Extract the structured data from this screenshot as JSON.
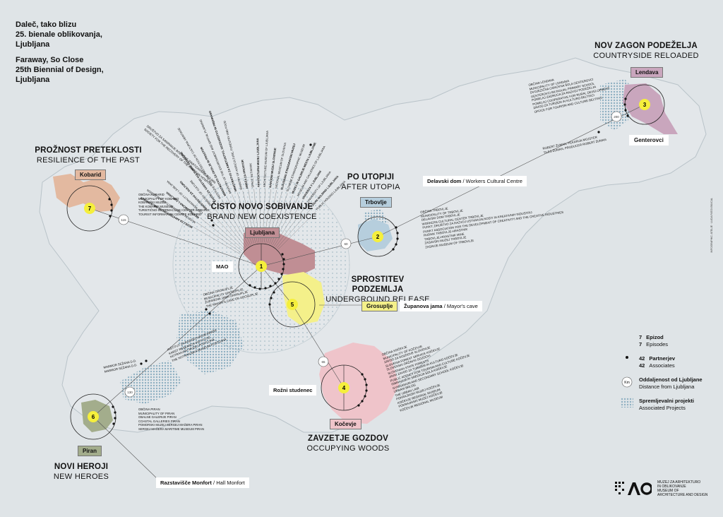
{
  "intro": {
    "sl": "Daleč, tako blizu\n25. bienale oblikovanja,\nLjubljana",
    "en": "Faraway, So Close\n25th Biennial of Design,\nLjubljana"
  },
  "episodes": {
    "e1": {
      "num": "1",
      "sl": "ČISTO NOVO SOBIVANJE",
      "en": "BRAND NEW COEXISTENCE",
      "place": "Ljubljana",
      "venue": "MAO"
    },
    "e2": {
      "num": "2",
      "sl": "PO UTOPIJI",
      "en": "AFTER UTOPIA",
      "place": "Trbovlje",
      "distance": "60",
      "venue_sl": "Delavski dom",
      "venue_en": "Workers Cultural Centre"
    },
    "e3": {
      "num": "3",
      "sl": "NOV ZAGON PODEŽELJA",
      "en": "COUNTRYSIDE RELOADED",
      "place": "Lendava",
      "place2": "Genterovci",
      "distance": "200"
    },
    "e4": {
      "num": "4",
      "sl": "ZAVZETJE GOZDOV",
      "en": "OCCUPYING WOODS",
      "place": "Kočevje",
      "venue": "Rožni studenec",
      "distance": "65"
    },
    "e5": {
      "num": "5",
      "sl": "SPROSTITEV PODZEMLJA",
      "en": "UNDERGROUND RELEASE",
      "place": "Grosuplje",
      "venue_sl": "Županova jama",
      "venue_en": "Mayor's cave"
    },
    "e6": {
      "num": "6",
      "sl": "NOVI HEROJI",
      "en": "NEW HEROES",
      "place": "Piran",
      "distance": "130",
      "venue_sl": "Razstavišče Monfort",
      "venue_en": "Hall Monfort"
    },
    "e7": {
      "num": "7",
      "sl": "PROŽNOST PRETEKLOSTI",
      "en": "RESILIENCE OF THE PAST",
      "place": "Kobarid",
      "distance": "115"
    }
  },
  "associates": {
    "kobarid": "OBČINA KOBARID\nMUNICIPALITY OF KOBARID\nKOBARIŠKI MUZEJ\nTHE KOBARID MUSEUM\nTURISTIČNO-INFORMACIJSKI CENTER KOBARID\nTOURIST INFORMATION CENTRE KOBARID",
    "trbovlje": "OBČINA TRBOVLJE\nMUNICIPALITY OF TRBOVLJE\nDELAVSKI DOM TRBOVLJE\nWORKERS CULTURAL CENTER TRBOVLJE\nPUNKT, DRUŠTVO ZA RAZVOJ USTVARJALNOSTI IN KREATIVNIH INDUSTRIJ\nPUNKT ASSOCIATION FOR THE DEVELOPMENT OF CREATIVITY AND THE CREATIVE INDUSTRIES\nRUDNIK TRBOVLJE-HRASTNIK\nTRBOVLJE-HRASTNIK MINE\nZASAVSKI MUZEJ TRBOVLJE\nZASAVJE MUSEUM OF TRBOVLJE",
    "lendava": "OBČINA LENDAVA\nMUNICIPALITY OF LENDAVA\nDVOJEZIČNA OSNOVNA ŠOLA GENTEROVCI\nGENTEROVCI BILINGUAL PRIMARY SCHOOL\nPOMELAJ ZADRUGA ZA RAZVOJ PODEŽELJA\nPOMELAJ COOPERATIVE FOR RURAL DEVELOPMENT\nZAVOD ZA TURIZEM IN KULTURO BELTINCI\nOFFICE FOR TOURISM AND CULTURE BELTINCI",
    "lendava2": "ROBERT ŽUMAN, PEKARIJA MOJSTER\nTILES ŽUMAN, PRODUCER ROBERT ŽUMAN",
    "grosuplje": "OBČINA GROSUPLJE\nMUNICIPALITY GROSUPLJE\nŽUPANOVA JAMA GROSUPLJE\nTHE MAYOR'S CAVE OF GROSUPLJE",
    "kocevje": "OBČINA KOČEVJE\nMUNICIPALITY OF KOČEVJE\nZAVOD ZA GOZDOVE SLOVENIJE\nSLOVENIA FOREST SERVICE KOČEVJE\nSLOVENSKI DRŽAVNI GOZDOVI\nSLOVENIAN STATE FORESTS\nJAVNI ZAVOD ZA TURIZEM IN KULTURO KOČEVJE\nPUBLIC AGENCY FOR TOURISM AND CULTURE KOČEVJE\nGIMNAZIJA IN SREDNJA ŠOLA KOČEVJE\nGYMNASIUM AND SECONDARY SCHOOL KOČEVJE\nURBANI BRLOG\nTHE URBAN LAIR\nPOKRAJINSKI MUZEJ KOČEVJE\nKOČEVJE REGIONAL MUSEUM\nPOKRAJINSKI MUZEJ KOČEVJE\nKOČEVJE REGIONAL MUSEUM",
    "piran": "OBČINA PIRAN\nMUNICIPALITY OF PIRAN\nOBALNE GALERIJE PIRAN\nCOASTAL GALLERIES PIRAN\nPOMORSKI MUZEJ SERGEJ MAŠERA PIRAN\nSERGEJ MAŠERA MARITIME MUSEUM PIRAN",
    "karst": "INŠTITUT ZA RAZISKOVANJE KRASA\nKARST RESEARCH INSTITUTE\nNOTRANJSKI MUZEJ POSTOJNA\nTHE NOTRANJSKA MUSEUM POSTOJNA",
    "marmor": "MARMOR SEŽANA D.D.\nMARMOR SEŽANA D.D.",
    "trail": "DRUŠTVO ZA SANIRANJE BOLNIŠKE (PARTIZANSKE) TOLMIN\nSOCIETY FOR THE RECOVERY OF THE PARTISAN HOSPITAL"
  },
  "ljubljana_associates": [
    "MUZEJ ZA ARHITEKTURO IN OBLIKOVANJE",
    "MUSEUM OF ARCHITECTURE AND DESIGN",
    "MESTNA OBČINA LJUBLJANA",
    "CITY MUNICIPALITY OF LJUBLJANA",
    "MINISTRSTVO ZA KULTURO",
    "MINISTRY OF CULTURE",
    "ZAVOD ZA VARSTVO KULTURNE DEDIŠČINE",
    "INSTITUTE FOR THE PROTECTION OF CULTURAL HERITAGE",
    "MINISTRSTVO ZA OKOLJE IN PROSTOR",
    "MINISTRY OF THE ENVIRONMENT AND SPATIAL PLANNING",
    "MINISTRSTVO ZA KMETIJSTVO, GOZDARSTVO IN PREHRANO",
    "MINISTRY OF AGRICULTURE, FORESTRY AND FOOD",
    "MREŽA ZA PROSTOR",
    "SPACE NETWORK",
    "ARHITEKTURNI MUZEJ LJUBLJANA",
    "ARCHITECTURE MUSEUM OF LJUBLJANA",
    "NARODNI MUZEJ SLOVENIJE",
    "NATIONAL MUSEUM OF SLOVENIA",
    "SLOVENSKI ETNOGRAFSKI MUZEJ",
    "SLOVENE ETHNOGRAPHIC MUSEUM",
    "MUZEJ IN GALERIJE MESTA LJUBLJANE",
    "MUSEUM AND GALLERIES OF LJUBLJANA",
    "UNIVERZA V LJUBLJANI",
    "UNIVERSITY OF LJUBLJANA",
    "JAVNI HOLDING LJUBLJANA",
    "PUBLIC HOLDING LJUBLJANA"
  ],
  "legend": {
    "episodes_num": "7",
    "episodes_sl": "Epizod",
    "episodes_en": "Episodes",
    "associates_num": "42",
    "associates_sl": "Partnerjev",
    "associates_num2": "42",
    "associates_en": "Associates",
    "distance_icon": "Km",
    "distance_sl": "Oddaljenost od Ljubljane",
    "distance_en": "Distance from Ljubljana",
    "projects_sl": "Spremljevalni projekti",
    "projects_en": "Associated Projects"
  },
  "logo": {
    "text": "MUZEJ ZA ARHITEKTURO\nIN OBLIKOVANJE\nMUSEUM OF\nARCHITECTURE AND DESIGN"
  },
  "credit": "INFOGRAPHIC: ATELJE · LUCIA PATOVSKI/CAL",
  "colors": {
    "background": "#dfe4e7",
    "kobarid": "#e3b9a0",
    "ljubljana": "#c08e94",
    "trbovlje": "#b6cedd",
    "lendava": "#c9a6bd",
    "grosuplje": "#f4f08a",
    "kocevje": "#efc4ca",
    "piran": "#a3ad8c",
    "marker": "#f5ef3c",
    "associated": "#b4cad4"
  }
}
